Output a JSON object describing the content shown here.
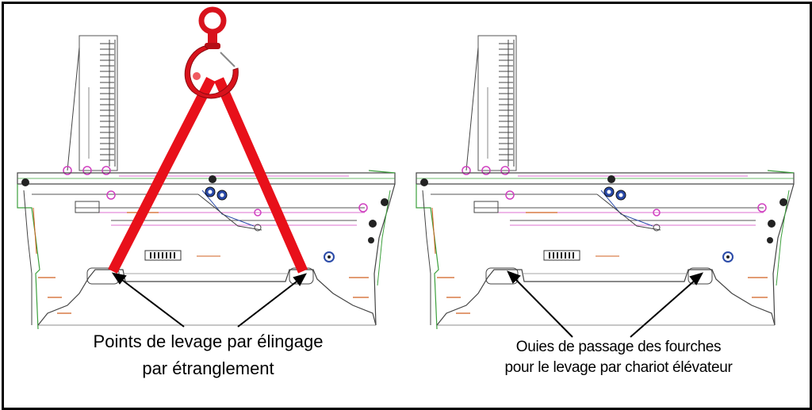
{
  "panels": [
    {
      "id": "left",
      "caption_lines": [
        "Points de levage par élingage",
        "par étranglement"
      ]
    },
    {
      "id": "right",
      "caption_lines": [
        "Ouies de passage des fourches",
        "pour le levage par chariot élévateur"
      ]
    }
  ],
  "colors": {
    "sling": "#e8101a",
    "hook": "#d8121c",
    "outline": "#333333",
    "accent_pink": "#d040c0",
    "accent_green": "#3ca03c",
    "accent_orange": "#d06020",
    "accent_blue": "#2a4aa8"
  }
}
